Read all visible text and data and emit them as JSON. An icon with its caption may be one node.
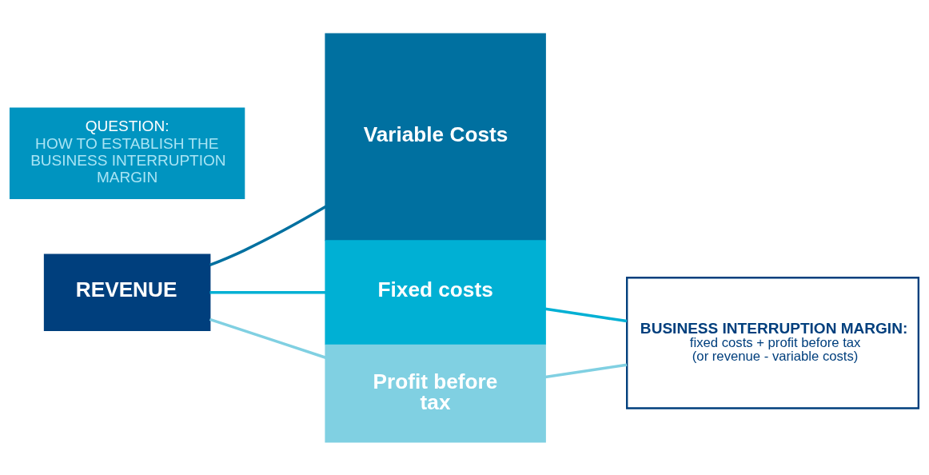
{
  "diagram": {
    "nodes": [
      {
        "text": [
          "QUESTION:",
          "HOW TO ESTABLISH THE BUSINESS INTERRUPTION MARGIN"
        ]
      },
      {
        "text": [
          "REVENUE"
        ]
      },
      {
        "text": [
          "Variable Costs"
        ]
      },
      {
        "text": [
          "Fixed costs"
        ]
      },
      {
        "text": [
          "Profit before tax"
        ]
      },
      {
        "text": [
          "BUSINESS INTERRUPTION MARGIN:",
          "fixed costs + profit before tax (or revenue - variable costs)"
        ]
      }
    ],
    "edges": [
      {
        "from": 1,
        "to": 2,
        "arrow": "none",
        "color": "#0070a0"
      },
      {
        "from": 1,
        "to": 3,
        "arrow": "none",
        "color": "#00b0d4"
      },
      {
        "from": 1,
        "to": 4,
        "arrow": "none",
        "color": "#80d0e2"
      },
      {
        "from": 3,
        "to": 5,
        "arrow": "none",
        "color": "#00b0d4"
      },
      {
        "from": 4,
        "to": 5,
        "arrow": "none",
        "color": "#80d0e2"
      }
    ]
  }
}
